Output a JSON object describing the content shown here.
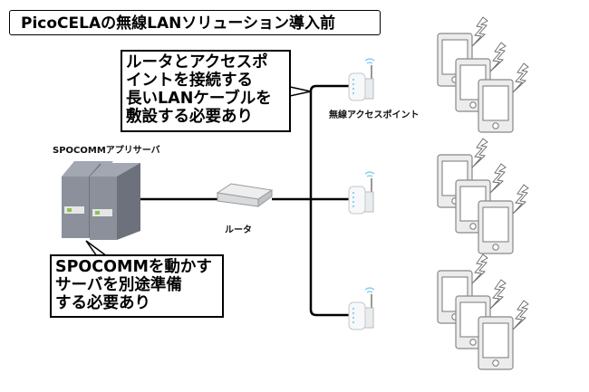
{
  "title": "PicoCELAの無線LANソリューション導入前",
  "callouts": {
    "cable": "ルータとアクセスポ\nイントを接続する\n長いLANケーブルを\n敷設する必要あり",
    "server": "SPOCOMMを動かす\nサーバを別途準備\nする必要あり"
  },
  "labels": {
    "server": "SPOCOMMアプリサーバ",
    "router": "ルータ",
    "access_point": "無線アクセスポイント"
  },
  "colors": {
    "line": "#000000",
    "server": "#7a7f8c",
    "phone": "#888888"
  }
}
